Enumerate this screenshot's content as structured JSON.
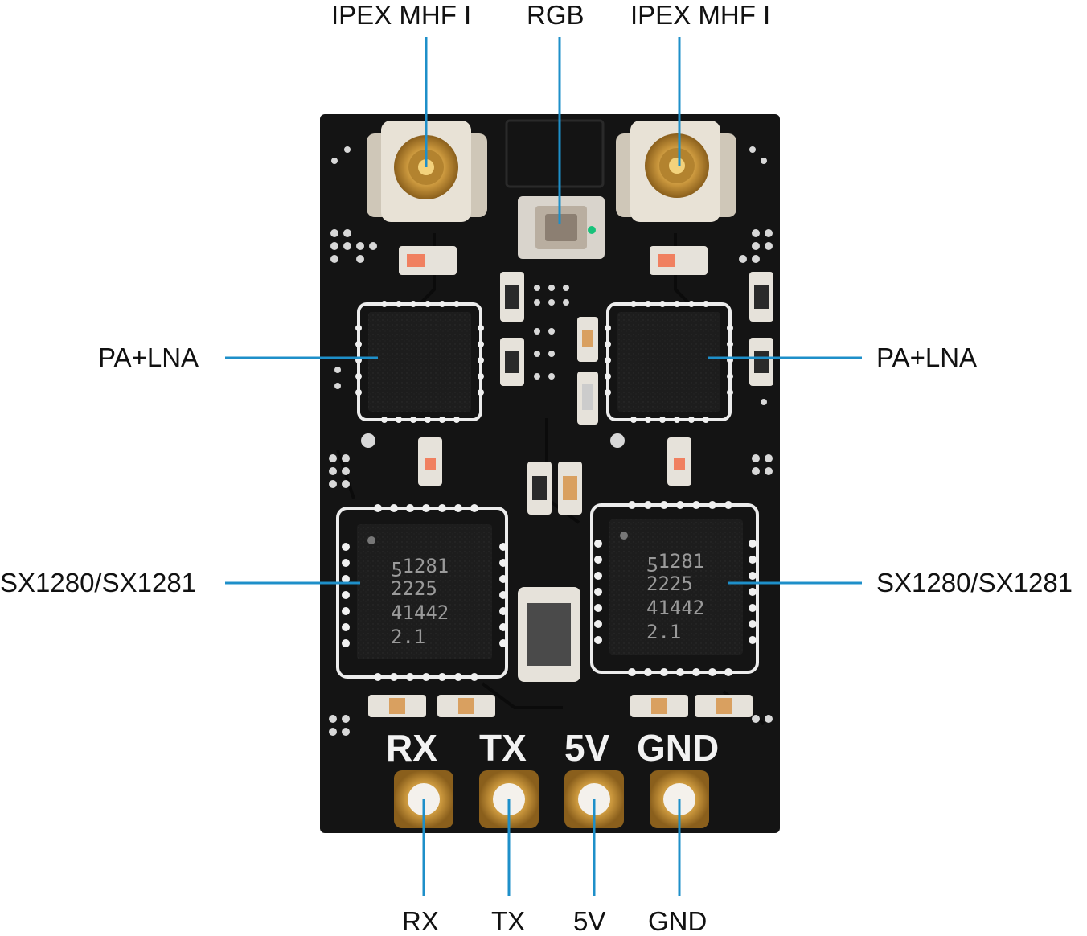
{
  "labels": {
    "top_left": "IPEX MHF I",
    "top_center": "RGB",
    "top_right": "IPEX MHF I",
    "mid_left": "PA+LNA",
    "mid_right": "PA+LNA",
    "low_left": "SX1280/SX1281",
    "low_right": "SX1280/SX1281",
    "bottom_rx": "RX",
    "bottom_tx": "TX",
    "bottom_5v": "5V",
    "bottom_gnd": "GND"
  },
  "silkscreen": {
    "rx": "RX",
    "tx": "TX",
    "v5": "5V",
    "gnd": "GND"
  },
  "chip_left": {
    "line1": "ƽ1281",
    "line2": "2225",
    "line3": "41442",
    "line4": "2.1"
  },
  "chip_right": {
    "line1": "ƽ1281",
    "line2": "2225",
    "line3": "41442",
    "line4": "2.1"
  },
  "colors": {
    "leader": "#1e8fc9",
    "pcb": "#141414",
    "pad_gold": "#c9963c"
  }
}
